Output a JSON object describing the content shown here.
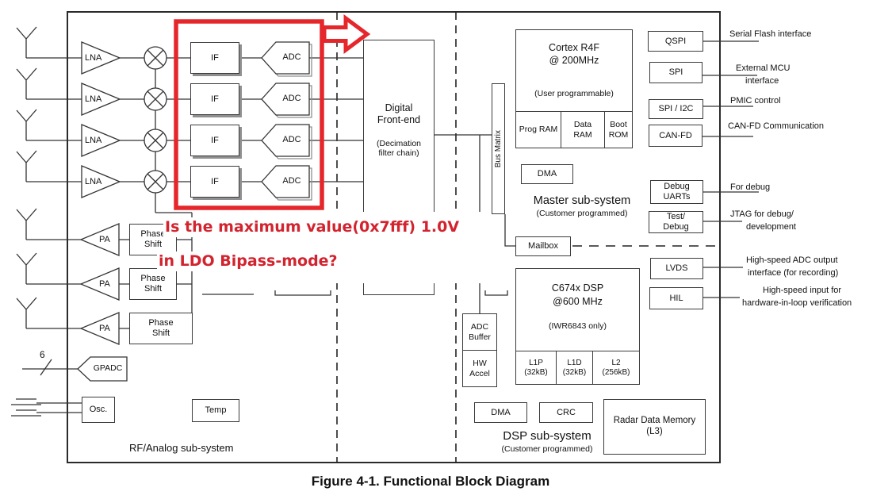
{
  "caption": "Figure 4-1. Functional Block Diagram",
  "annotation": {
    "line1": "Is the maximum value(0x7fff) 1.0V",
    "line2": "in LDO Bipass-mode?",
    "text_color": "#d2232e",
    "shape_color": "#e5262b"
  },
  "rx": {
    "lna": "LNA",
    "if": "IF",
    "adc": "ADC"
  },
  "tx": {
    "pa": "PA",
    "ps1": "Phase",
    "ps2": "Shift"
  },
  "analog": {
    "gpadc": "GPADC",
    "osc": "Osc.",
    "temp": "Temp",
    "ch": "6",
    "label": "RF/Analog sub-system"
  },
  "dfe": {
    "t1": "Digital",
    "t2": "Front-end",
    "s1": "(Decimation",
    "s2": "filter chain)"
  },
  "bus": {
    "label": "Bus Matrix"
  },
  "master": {
    "cpu1": "Cortex R4F",
    "cpu2": "@ 200MHz",
    "note": "(User programmable)",
    "prog": "Prog RAM",
    "data1": "Data",
    "data2": "RAM",
    "boot1": "Boot",
    "boot2": "ROM",
    "dma": "DMA",
    "label": "Master sub-system",
    "sub": "(Customer programmed)",
    "mailbox": "Mailbox"
  },
  "dsp": {
    "t1": "C674x DSP",
    "t2": "@600 MHz",
    "note": "(IWR6843 only)",
    "adcb1": "ADC",
    "adcb2": "Buffer",
    "hw1": "HW",
    "hw2": "Accel",
    "l1p1": "L1P",
    "l1p2": "(32kB)",
    "l1d1": "L1D",
    "l1d2": "(32kB)",
    "l21": "L2",
    "l22": "(256kB)",
    "dma": "DMA",
    "crc": "CRC",
    "label": "DSP sub-system",
    "sub": "(Customer programmed)",
    "mem1": "Radar Data Memory",
    "mem2": "(L3)"
  },
  "io": {
    "qspi": "QSPI",
    "spi": "SPI",
    "spi_i2c": "SPI / I2C",
    "canfd": "CAN-FD",
    "du1": "Debug",
    "du2": "UARTs",
    "td1": "Test/",
    "td2": "Debug",
    "lvds": "LVDS",
    "hil": "HIL"
  },
  "ext": {
    "flash": "Serial Flash interface",
    "mcu1": "External MCU",
    "mcu2": "interface",
    "pmic": "PMIC control",
    "canfd": "CAN-FD Communication",
    "debug": "For debug",
    "jtag1": "JTAG for debug/",
    "jtag2": "development",
    "lvds1": "High-speed ADC output",
    "lvds2": "interface (for recording)",
    "hil1": "High-speed input for",
    "hil2": "hardware-in-loop verification"
  }
}
